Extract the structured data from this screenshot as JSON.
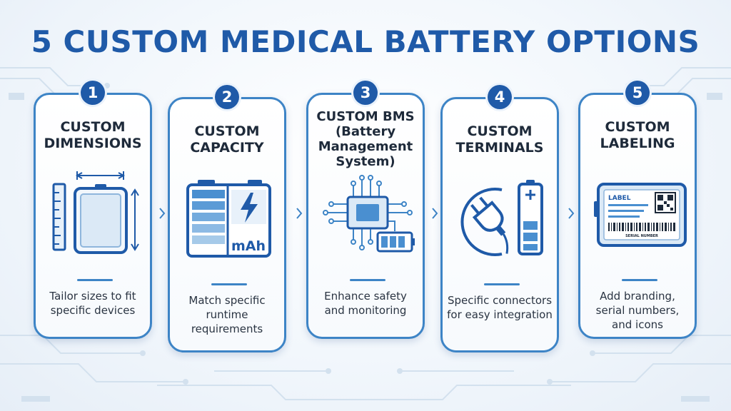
{
  "title": "5 CUSTOM MEDICAL BATTERY OPTIONS",
  "colors": {
    "primary": "#1f5aa8",
    "accent": "#3d84c6",
    "text": "#1e2a3a"
  },
  "options": [
    {
      "number": "1",
      "title": "CUSTOM\nDIMENSIONS",
      "description": "Tailor sizes to fit\nspecific devices",
      "icon": "ruler-battery-dimensions-icon"
    },
    {
      "number": "2",
      "title": "CUSTOM\nCAPACITY",
      "description": "Match specific\nruntime\nrequirements",
      "icon": "battery-capacity-mah-icon",
      "icon_label": "mAh"
    },
    {
      "number": "3",
      "title": "CUSTOM BMS\n(Battery\nManagement\nSystem)",
      "description": "Enhance safety\nand monitoring",
      "icon": "circuit-chip-battery-icon"
    },
    {
      "number": "4",
      "title": "CUSTOM\nTERMINALS",
      "description": "Specific connectors\nfor easy integration",
      "icon": "plug-battery-icon"
    },
    {
      "number": "5",
      "title": "CUSTOM\nLABELING",
      "description": "Add branding,\nserial numbers,\nand icons",
      "icon": "battery-label-qr-icon",
      "icon_label": "LABEL",
      "icon_caption": "SERIAL NUMBER"
    }
  ]
}
